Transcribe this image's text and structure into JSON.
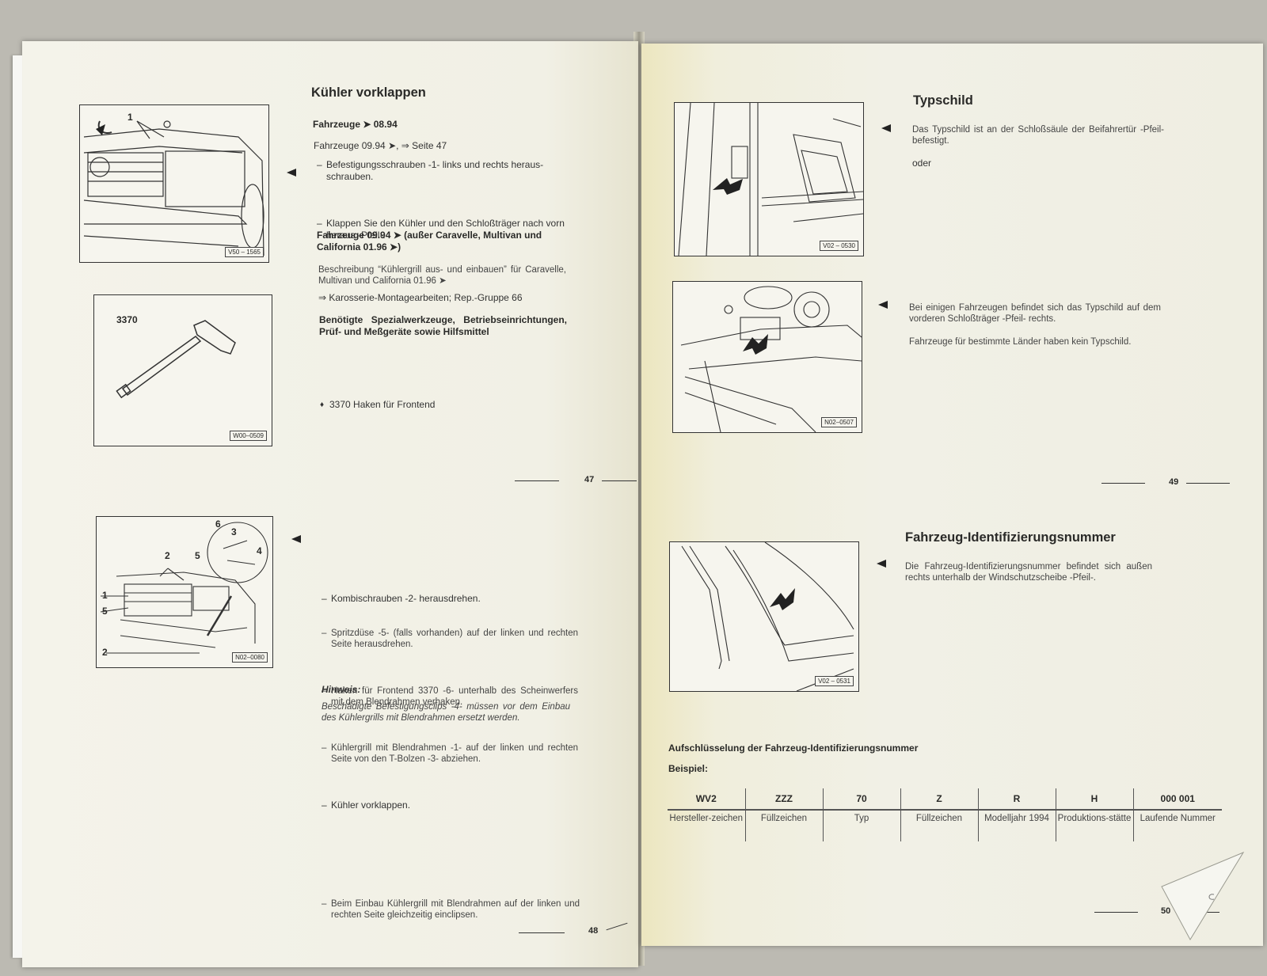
{
  "left_page": {
    "section_heading": "Kühler vorklappen",
    "fig1": {
      "code": "V50 – 1565",
      "label_1": "1"
    },
    "fig2": {
      "code": "W00–0509",
      "label_tool": "3370"
    },
    "fig3": {
      "code": "N02–0080",
      "labels": [
        "6",
        "3",
        "4",
        "2",
        "5",
        "1",
        "5",
        "2"
      ]
    },
    "block1": {
      "subheading": "Fahrzeuge ➤ 08.94",
      "ref": "Fahrzeuge 09.94 ➤, ⇒ Seite 47",
      "steps": [
        "Befestigungsschrauben -1- links und rechts heraus-schrauben.",
        "Klappen Sie den Kühler und den Schloßträger nach vorn heraus -Pfeil-."
      ],
      "subheading2": "Fahrzeuge 09.94 ➤ (außer Caravelle, Multivan und California 01.96 ➤)",
      "desc": "Beschreibung “Kühlergrill aus- und einbauen” für Caravelle, Multivan und California 01.96 ➤",
      "desc_ref": "⇒ Karosserie-Montagearbeiten; Rep.-Gruppe 66",
      "tools_heading": "Benötigte Spezialwerkzeuge, Betriebseinrichtungen, Prüf- und Meßgeräte sowie Hilfsmittel",
      "tool_item": "3370 Haken für Frontend"
    },
    "page_47": "47",
    "block2": {
      "steps": [
        "Kombischrauben -2- herausdrehen.",
        "Spritzdüse -5- (falls vorhanden) auf der linken und rechten Seite herausdrehen.",
        "Haken für Frontend 3370 -6- unterhalb des Scheinwerfers mit dem Blendrahmen verhaken.",
        "Kühlergrill mit Blendrahmen -1- auf der linken und rechten Seite von den T-Bolzen -3- abziehen.",
        "Kühler vorklappen."
      ],
      "hint_heading": "Hinweis:",
      "hint_text": "Beschädigte Befestigungsclips -4- müssen vor dem Einbau des Kühlergrills mit Blendrahmen ersetzt werden.",
      "last_step": "Beim Einbau Kühlergrill mit Blendrahmen auf der linken und rechten Seite gleichzeitig einclipsen."
    },
    "page_48": "48"
  },
  "right_page": {
    "typschild": {
      "heading": "Typschild",
      "text1": "Das Typschild ist an der Schloßsäule der Beifahrertür -Pfeil- befestigt.",
      "oder": "oder",
      "fig_code_a": "V02 – 0530",
      "fig_code_b": "N02–0507",
      "text2": "Bei einigen Fahrzeugen befindet sich das Typschild auf dem vorderen Schloßträger -Pfeil- rechts.",
      "text3": "Fahrzeuge für bestimmte Länder haben kein Typschild."
    },
    "page_49": "49",
    "fin": {
      "heading": "Fahrzeug-Identifizierungsnummer",
      "text": "Die Fahrzeug-Identifizierungsnummer befindet sich außen rechts unterhalb der Windschutzscheibe -Pfeil-.",
      "fig_code": "V02 – 0531"
    },
    "breakdown": {
      "heading": "Aufschlüsselung der Fahrzeug-Identifizierungsnummer",
      "example_label": "Beispiel:",
      "columns": [
        {
          "code": "WV2",
          "desc": "Hersteller-zeichen"
        },
        {
          "code": "ZZZ",
          "desc": "Füllzeichen"
        },
        {
          "code": "70",
          "desc": "Typ"
        },
        {
          "code": "Z",
          "desc": "Füllzeichen"
        },
        {
          "code": "R",
          "desc": "Modelljahr 1994"
        },
        {
          "code": "H",
          "desc": "Produktions-stätte"
        },
        {
          "code": "000 001",
          "desc": "Laufende Nummer"
        }
      ]
    },
    "page_50": "50"
  }
}
